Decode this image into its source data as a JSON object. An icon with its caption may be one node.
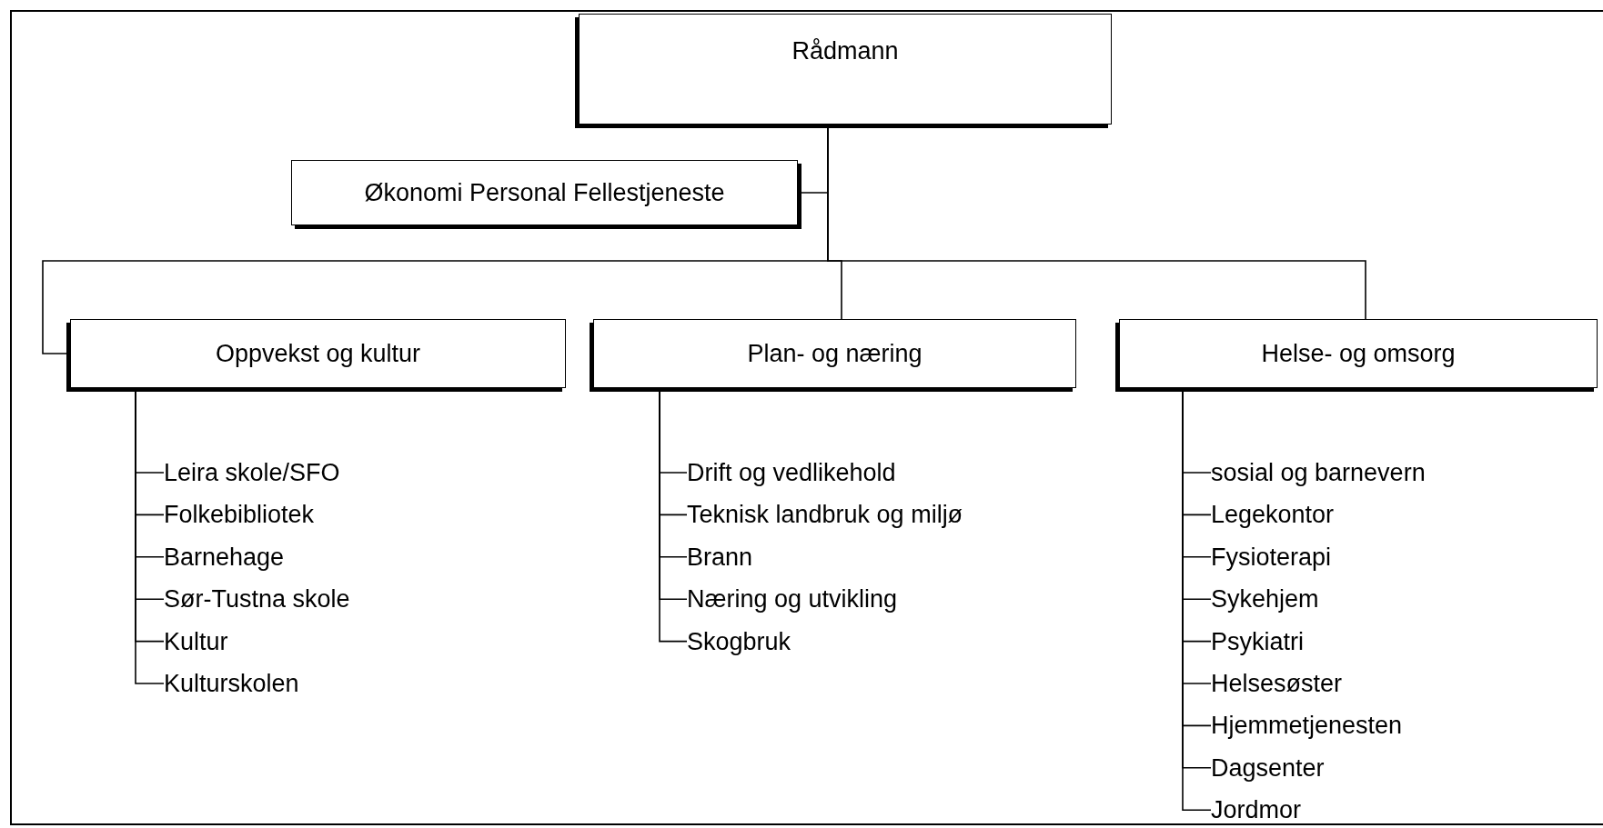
{
  "diagram": {
    "nodes": [
      {
        "text": [
          "Rådmann"
        ]
      },
      {
        "text": [
          "Økonomi Personal Fellestjeneste"
        ]
      },
      {
        "text": [
          "Oppvekst og kultur"
        ]
      },
      {
        "text": [
          "Plan- og næring"
        ]
      },
      {
        "text": [
          "Helse- og omsorg"
        ]
      },
      {
        "text": [
          "Leira skole/SFO"
        ]
      },
      {
        "text": [
          "Folkebibliotek"
        ]
      },
      {
        "text": [
          "Barnehage"
        ]
      },
      {
        "text": [
          "Sør-Tustna skole"
        ]
      },
      {
        "text": [
          "Kultur"
        ]
      },
      {
        "text": [
          "Kulturskolen"
        ]
      },
      {
        "text": [
          "Drift og vedlikehold"
        ]
      },
      {
        "text": [
          "Teknisk landbruk og miljø"
        ]
      },
      {
        "text": [
          "Brann"
        ]
      },
      {
        "text": [
          "Næring og utvikling"
        ]
      },
      {
        "text": [
          "Skogbruk"
        ]
      },
      {
        "text": [
          "sosial og barnevern"
        ]
      },
      {
        "text": [
          "Legekontor"
        ]
      },
      {
        "text": [
          "Fysioterapi"
        ]
      },
      {
        "text": [
          "Sykehjem"
        ]
      },
      {
        "text": [
          "Psykiatri"
        ]
      },
      {
        "text": [
          "Helsesøster"
        ]
      },
      {
        "text": [
          "Hjemmetjenesten"
        ]
      },
      {
        "text": [
          "Dagsenter"
        ]
      },
      {
        "text": [
          "Jordmor"
        ]
      }
    ],
    "edges": [
      {
        "from": 0,
        "to": 1,
        "arrow": "none"
      },
      {
        "from": 0,
        "to": 2,
        "arrow": "none"
      },
      {
        "from": 0,
        "to": 3,
        "arrow": "none"
      },
      {
        "from": 0,
        "to": 4,
        "arrow": "none"
      },
      {
        "from": 2,
        "to": 5,
        "arrow": "none"
      },
      {
        "from": 2,
        "to": 6,
        "arrow": "none"
      },
      {
        "from": 2,
        "to": 7,
        "arrow": "none"
      },
      {
        "from": 2,
        "to": 8,
        "arrow": "none"
      },
      {
        "from": 2,
        "to": 9,
        "arrow": "none"
      },
      {
        "from": 2,
        "to": 10,
        "arrow": "none"
      },
      {
        "from": 3,
        "to": 11,
        "arrow": "none"
      },
      {
        "from": 3,
        "to": 12,
        "arrow": "none"
      },
      {
        "from": 3,
        "to": 13,
        "arrow": "none"
      },
      {
        "from": 3,
        "to": 14,
        "arrow": "none"
      },
      {
        "from": 3,
        "to": 15,
        "arrow": "none"
      },
      {
        "from": 4,
        "to": 16,
        "arrow": "none"
      },
      {
        "from": 4,
        "to": 17,
        "arrow": "none"
      },
      {
        "from": 4,
        "to": 18,
        "arrow": "none"
      },
      {
        "from": 4,
        "to": 19,
        "arrow": "none"
      },
      {
        "from": 4,
        "to": 20,
        "arrow": "none"
      },
      {
        "from": 4,
        "to": 21,
        "arrow": "none"
      },
      {
        "from": 4,
        "to": 22,
        "arrow": "none"
      },
      {
        "from": 4,
        "to": 23,
        "arrow": "none"
      },
      {
        "from": 4,
        "to": 24,
        "arrow": "none"
      }
    ]
  }
}
